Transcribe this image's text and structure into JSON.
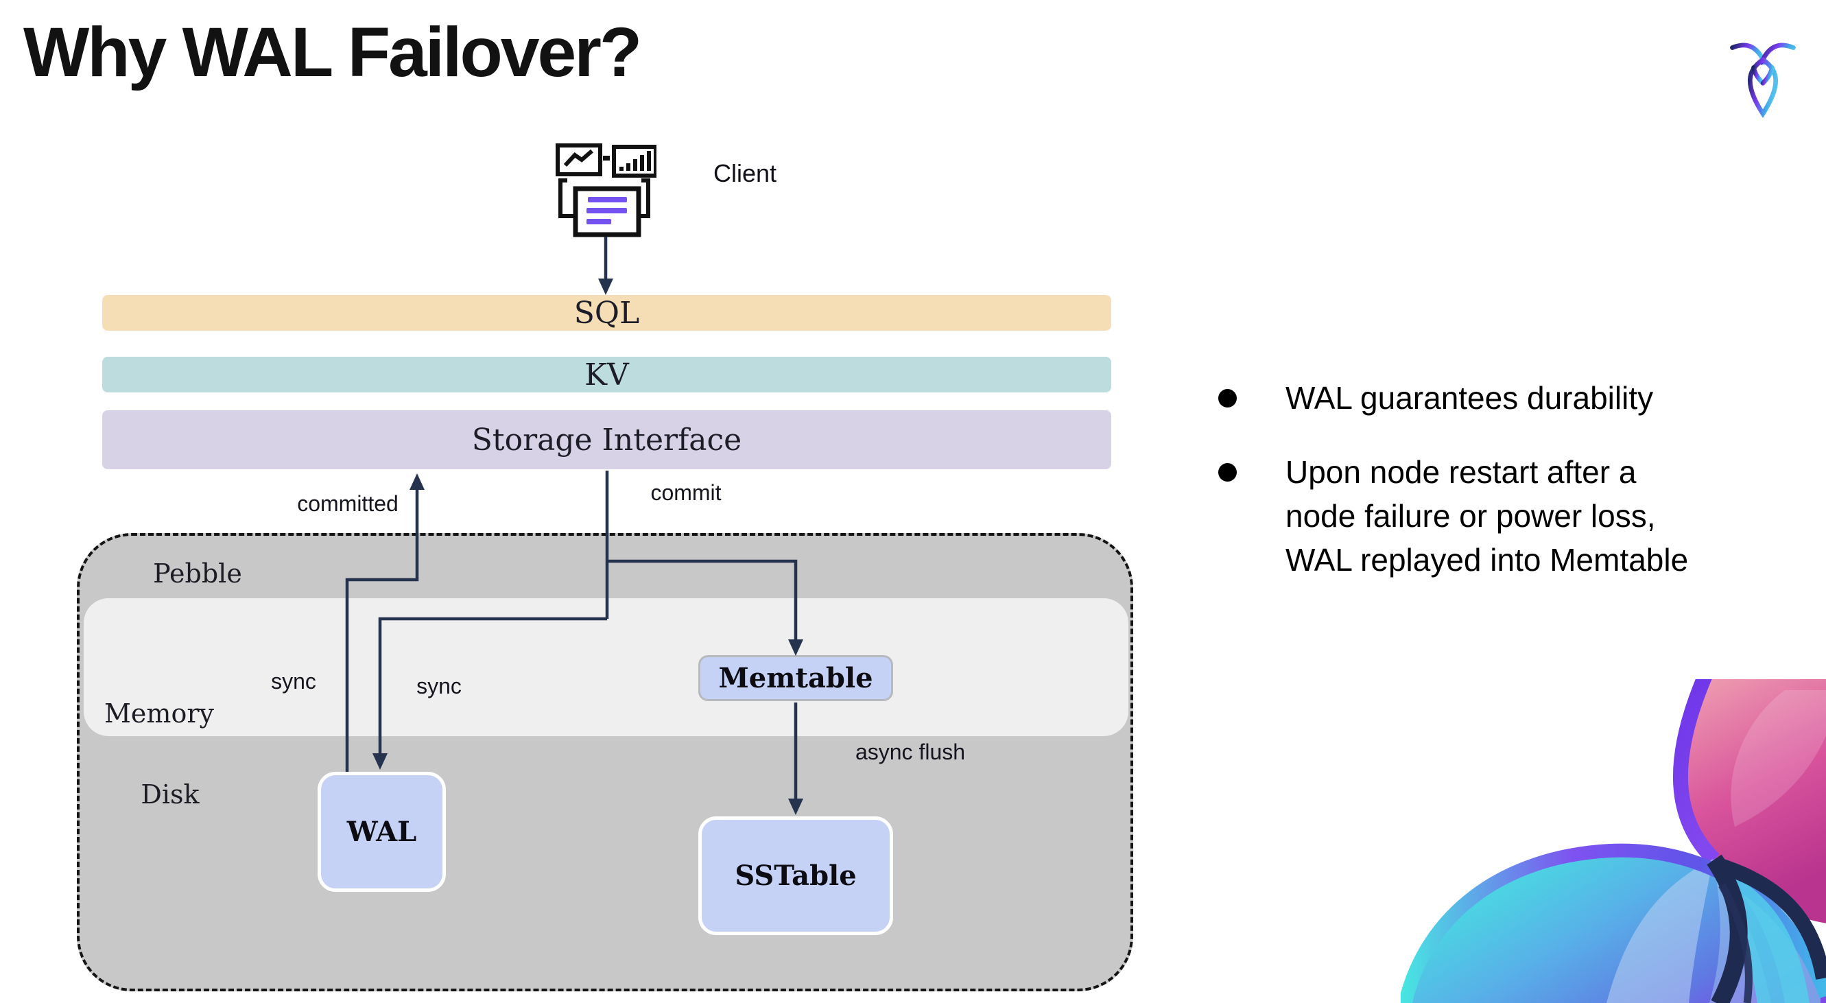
{
  "slide": {
    "title": "Why WAL Failover?"
  },
  "client": {
    "label": "Client"
  },
  "layers": {
    "sql": "SQL",
    "kv": "KV",
    "storage": "Storage Interface"
  },
  "pebble": {
    "label": "Pebble",
    "memory_label": "Memory",
    "disk_label": "Disk",
    "wal": "WAL",
    "memtable": "Memtable",
    "sstable": "SSTable"
  },
  "edges": {
    "committed": "committed",
    "commit": "commit",
    "sync": "sync",
    "async_flush": "async flush"
  },
  "bullets": [
    {
      "text": "WAL guarantees durability"
    },
    {
      "lines": [
        "Upon node restart after a",
        "node failure or power loss,",
        "WAL replayed into Memtable"
      ]
    }
  ],
  "colors": {
    "sql_bar": "#f5ddb5",
    "kv_bar": "#bcdcde",
    "storage_bar": "#d8d2e6",
    "pebble_fill": "#c8c8c9",
    "memory_fill": "#efefef",
    "node_fill": "#c5d2f6",
    "arrow": "#26334f",
    "icon_purple": "#7452f0",
    "art_pink": "#c53d92",
    "art_cyan": "#43ecdf",
    "art_purple": "#7a3ff0"
  }
}
